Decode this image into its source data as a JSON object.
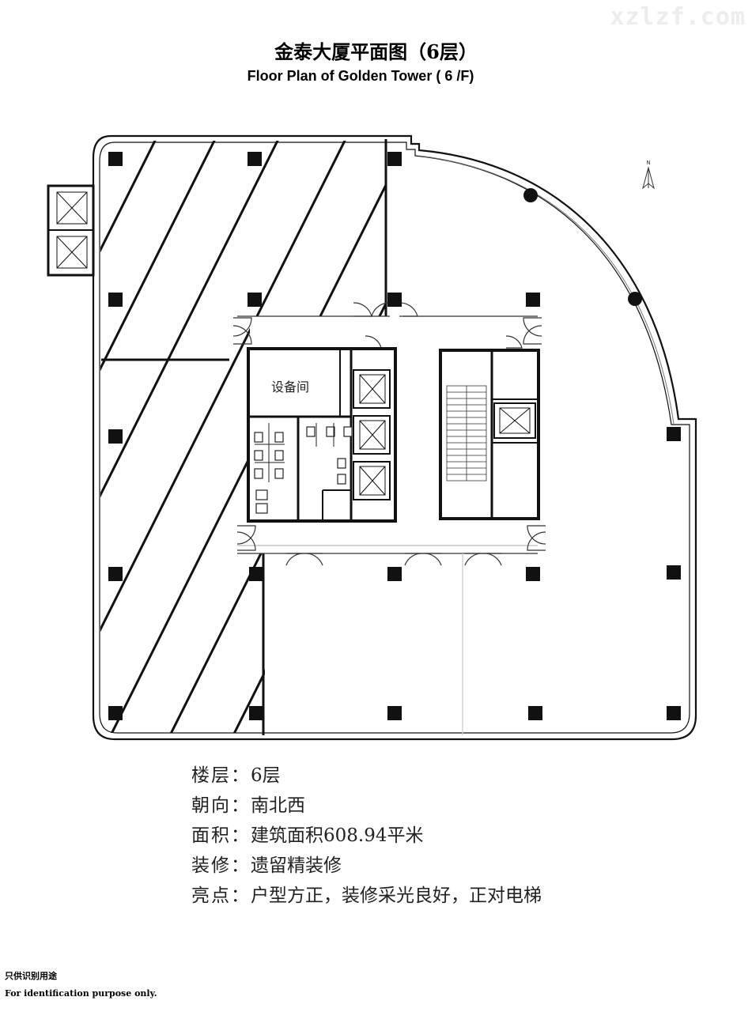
{
  "watermark": "xzlzf.com",
  "title": {
    "cn": "金泰大厦平面图（6层）",
    "en": "Floor Plan of Golden Tower ( 6 /F)"
  },
  "plan": {
    "room_label": "设备间",
    "north_label": "N"
  },
  "info": [
    {
      "label": "楼层：",
      "value": "6层"
    },
    {
      "label": "朝向：",
      "value": "南北西"
    },
    {
      "label": "面积：",
      "value": "建筑面积608.94平米"
    },
    {
      "label": "装修：",
      "value": "遗留精装修"
    },
    {
      "label": "亮点：",
      "value": "户型方正，装修采光良好，正对电梯"
    }
  ],
  "footer": {
    "cn": "只供识别用途",
    "en": "For identification purpose only."
  }
}
